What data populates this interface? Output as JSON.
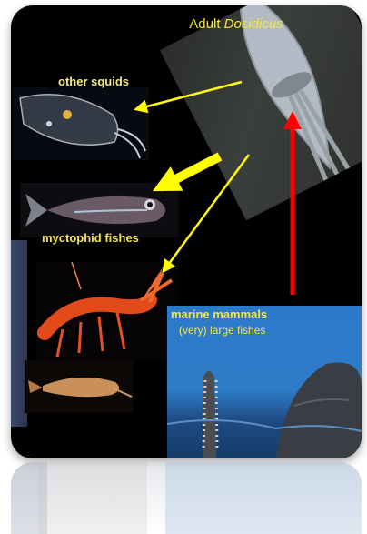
{
  "title": {
    "prefix": "Adult ",
    "taxon": "Dosidicus"
  },
  "prey": {
    "other_squids": "other squids",
    "myctophid": "myctophid fishes"
  },
  "predators": {
    "marine_mammals": "marine mammals",
    "large_fishes": "(very) large fishes"
  },
  "colors": {
    "panel_bg": "#000000",
    "label_yellow": "#f6e43d",
    "arrow_yellow": "#ffff00",
    "arrow_red": "#ff0000",
    "ocean_blue": "#2e7cc8"
  }
}
